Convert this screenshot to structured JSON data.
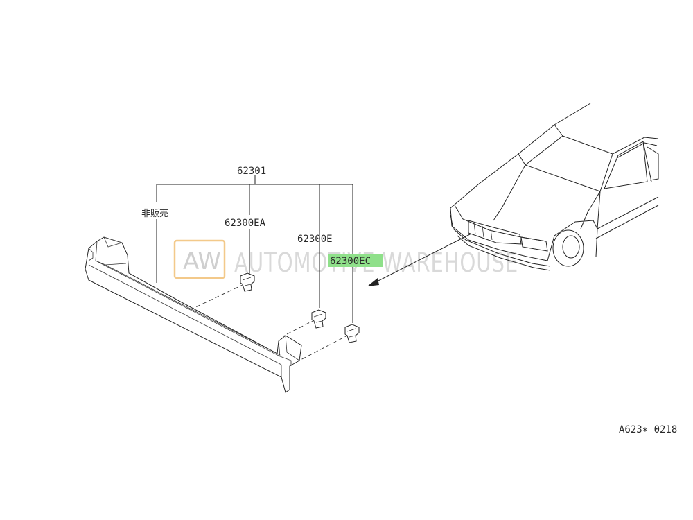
{
  "labels": {
    "assembly": "62301",
    "not_for_sale": "非販売",
    "clip_ea": "62300EA",
    "clip_e": "62300E",
    "clip_ec": "62300EC",
    "drawing_code": "A623∗ 0218"
  },
  "highlight": {
    "color": "#8fe08a",
    "target": "clip_ec"
  },
  "watermark": {
    "logo": "AW",
    "text": "AUTOMOTIVE WAREHOUSE",
    "logo_border_color": "#f3c98a",
    "text_color": "#d9d9d9"
  }
}
